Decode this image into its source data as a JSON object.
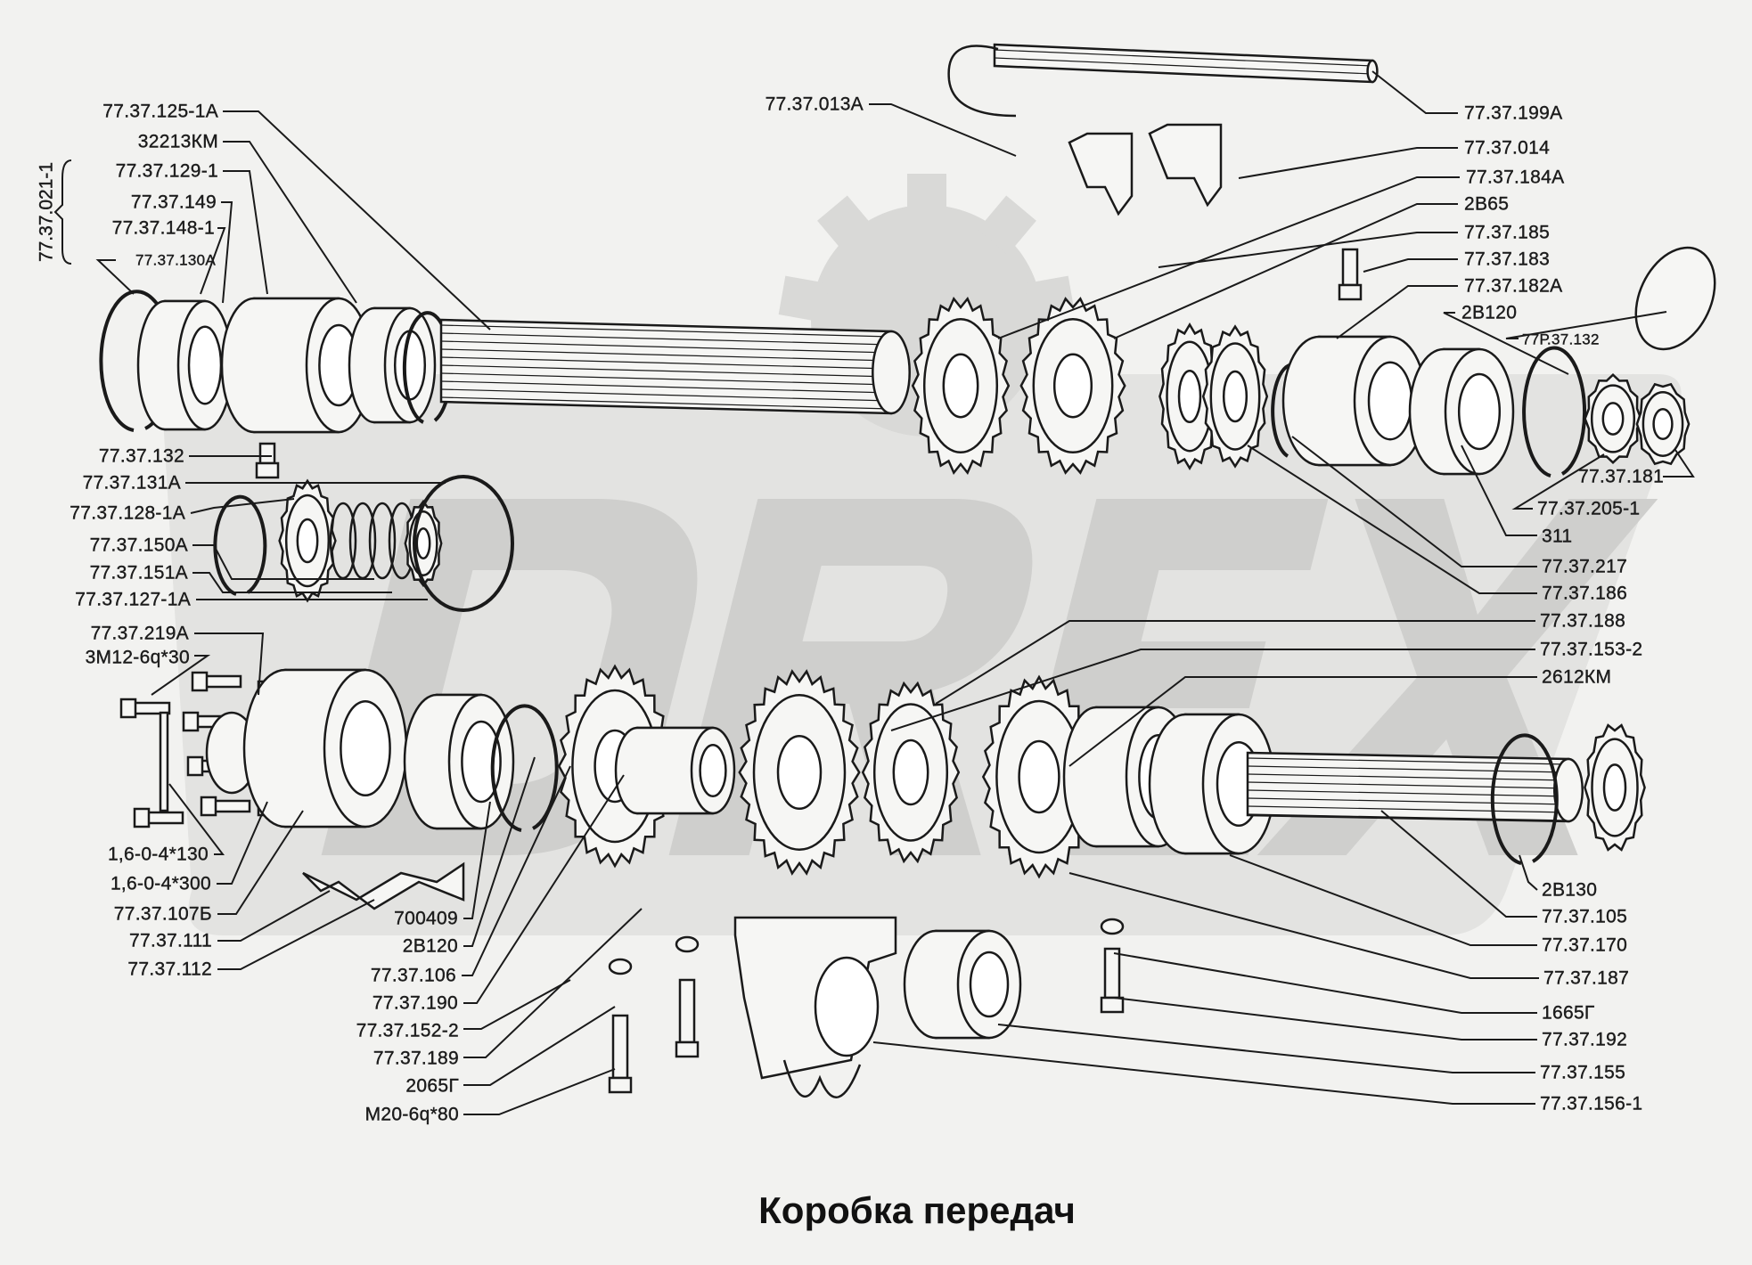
{
  "title": "Коробка передач",
  "watermark": "DREX",
  "colors": {
    "background": "#f2f2f0",
    "watermark": "#d9d9d7",
    "ink": "#1c1c1c"
  },
  "group_label": "77.37.021-1",
  "labels_left_top": [
    "77.37.125-1А",
    "32213КМ",
    "77.37.129-1",
    "77.37.149",
    "77.37.148-1",
    "77.37.130А"
  ],
  "labels_left_mid": [
    "77.37.132",
    "77.37.131А",
    "77.37.128-1А",
    "77.37.150А",
    "77.37.151А",
    "77.37.127-1А"
  ],
  "labels_left_low": [
    "77.37.219А",
    "3М12-6q*30",
    "1,6-0-4*130",
    "1,6-0-4*300",
    "77.37.107Б",
    "77.37.111",
    "77.37.112"
  ],
  "labels_center_low": [
    "700409",
    "2В120",
    "77.37.106",
    "77.37.190",
    "77.37.152-2",
    "77.37.189",
    "2065Г",
    "М20-6q*80"
  ],
  "label_top_center": "77.37.013А",
  "labels_right_top": [
    "77.37.199А",
    "77.37.014",
    "77.37.184А",
    "2В65",
    "77.37.185",
    "77.37.183",
    "77.37.182А",
    "2В120"
  ],
  "label_cap": "77Р.37.132",
  "labels_right_mid": [
    "77.37.181",
    "77.37.205-1",
    "311",
    "77.37.217",
    "77.37.186",
    "77.37.188",
    "77.37.153-2",
    "2612КМ"
  ],
  "labels_right_low": [
    "2В130",
    "77.37.105",
    "77.37.170",
    "77.37.187",
    "1665Г",
    "77.37.192",
    "77.37.155",
    "77.37.156-1"
  ]
}
